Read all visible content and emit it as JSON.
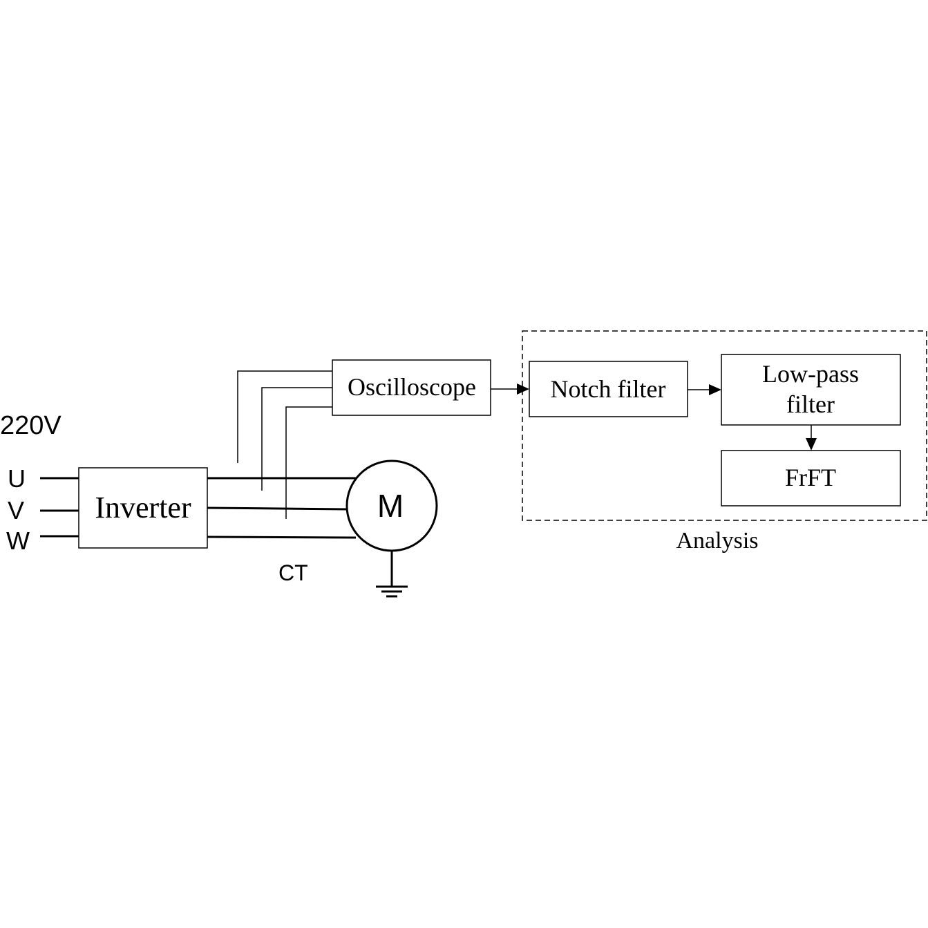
{
  "supply": {
    "voltage_label": "220V",
    "phases": [
      "U",
      "V",
      "W"
    ]
  },
  "blocks": {
    "inverter": "Inverter",
    "motor": "M",
    "oscilloscope": "Oscilloscope",
    "notch_filter": "Notch filter",
    "lowpass_line1": "Low-pass",
    "lowpass_line2": "filter",
    "frft": "FrFT"
  },
  "labels": {
    "ct": "CT",
    "analysis": "Analysis"
  }
}
